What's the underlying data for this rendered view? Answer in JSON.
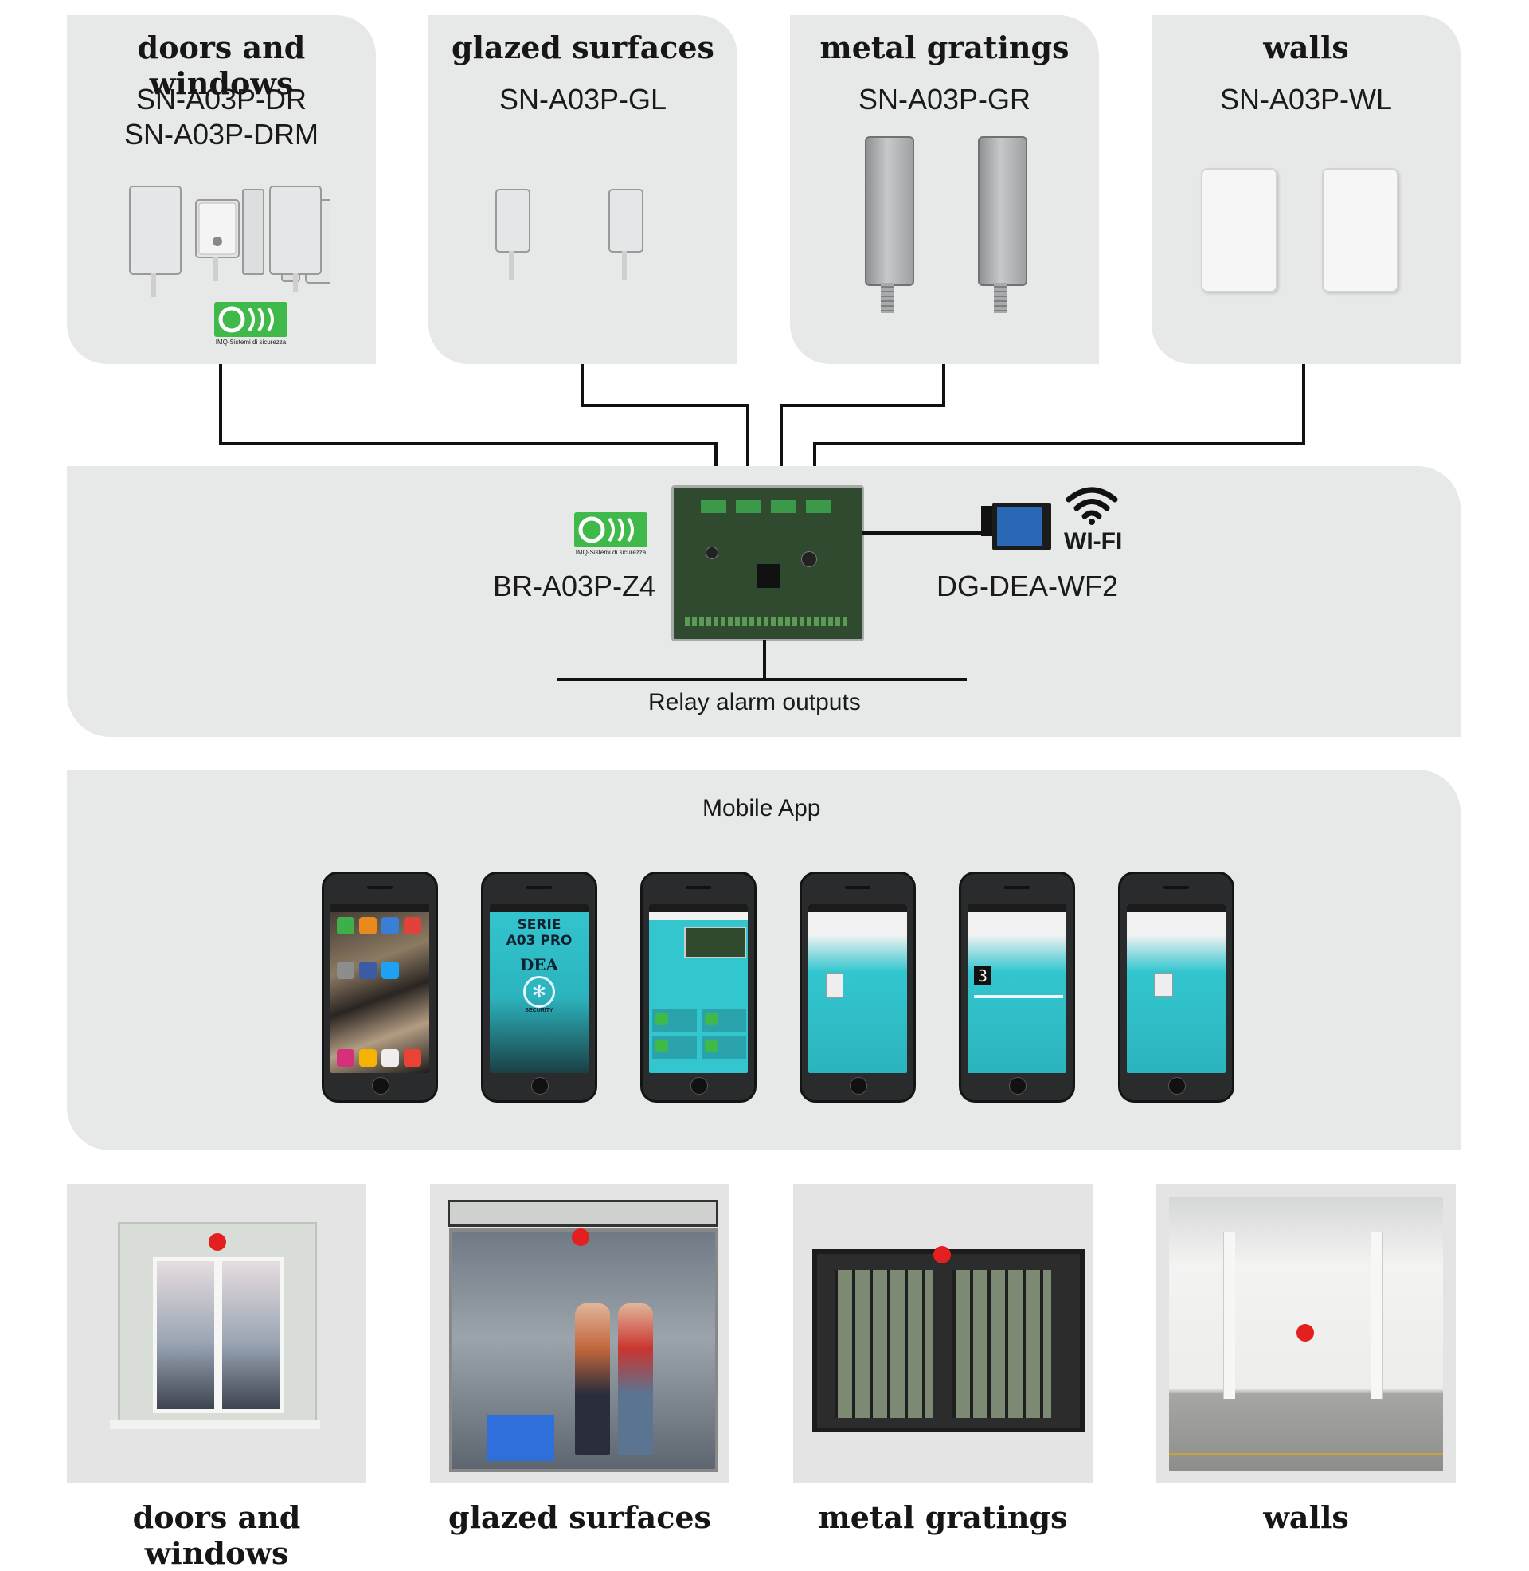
{
  "sensors": [
    {
      "title": "doors and windows",
      "codes": [
        "SN-A03P-DR",
        "SN-A03P-DRM"
      ]
    },
    {
      "title": "glazed surfaces",
      "codes": [
        "SN-A03P-GL"
      ]
    },
    {
      "title": "metal gratings",
      "codes": [
        "SN-A03P-GR"
      ]
    },
    {
      "title": "walls",
      "codes": [
        "SN-A03P-WL"
      ]
    }
  ],
  "imq_caption": "IMQ-Sistemi di sicurezza",
  "controller": {
    "board": "BR-A03P-Z4",
    "wifi_module": "DG-DEA-WF2",
    "wifi_label": "WI-FI",
    "relay_label": "Relay alarm outputs"
  },
  "mobile_app": {
    "title": "Mobile App",
    "splash": {
      "line1": "SERIE",
      "line2": "A03 PRO",
      "brand": "DEA",
      "sub": "SECURITY"
    },
    "digit": "3"
  },
  "applications": [
    {
      "title": "doors and windows"
    },
    {
      "title": "glazed surfaces"
    },
    {
      "title": "metal gratings"
    },
    {
      "title": "walls"
    }
  ],
  "colors": {
    "panel": "#e7e9e8",
    "wire": "#111111",
    "alert": "#e41f1f",
    "imq_green": "#3fb94a",
    "app_teal": "#33c6cf"
  }
}
